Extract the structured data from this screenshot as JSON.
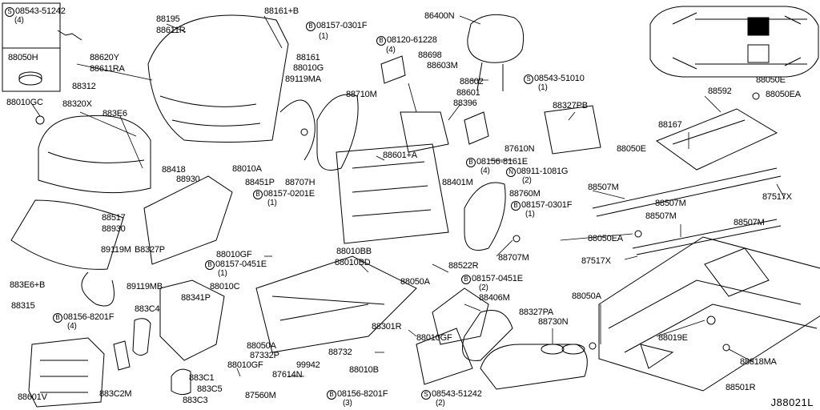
{
  "diagram_id": "J88021L",
  "prefix": {
    "S": "S",
    "B": "B",
    "N": "N"
  },
  "labels": {
    "l01": "88195",
    "l02": "88611R",
    "l03": "88161+B",
    "l04": "08157-0301F",
    "l05": "(1)",
    "l06": "86400N",
    "l07": "08120-61228",
    "l08": "(4)",
    "l09": "88698",
    "l10": "88603M",
    "l11": "88620Y",
    "l12": "88611RA",
    "l13": "88161",
    "l14": "88010G",
    "l15": "89119MA",
    "l16": "88602",
    "l17": "08543-51010",
    "l18": "(1)",
    "l19": "88050E",
    "l20": "88592",
    "l21": "88050EA",
    "l22": "88312",
    "l23": "88010GC",
    "l24": "88320X",
    "l25": "883E6",
    "l26": "88710M",
    "l27": "88601",
    "l28": "88396",
    "l29": "88327PB",
    "l30": "88167",
    "l31": "88050E",
    "l32": "87610N",
    "l33": "88601+A",
    "l34": "08156-8161E",
    "l35": "(4)",
    "l36": "08911-1081G",
    "l37": "(2)",
    "l38": "88418",
    "l39": "88930",
    "l40": "88010A",
    "l41": "88451P",
    "l42": "08157-0201E",
    "l43": "(1)",
    "l44": "88707H",
    "l45": "88401M",
    "l46": "88760M",
    "l47": "08157-0301F",
    "l48": "(1)",
    "l49": "88507M",
    "l50": "88507M",
    "l51": "87517X",
    "l52": "88507M",
    "l53": "88517",
    "l54": "88930",
    "l55": "88507M",
    "l56": "88050EA",
    "l57": "89119M",
    "l58": "B8327P",
    "l59": "88010GF",
    "l60": "88010BB",
    "l61": "88707M",
    "l62": "87517X",
    "l63": "08157-0451E",
    "l64": "(1)",
    "l65": "88010BD",
    "l66": "88522R",
    "l67": "883E6+B",
    "l68": "89119MB",
    "l69": "88010C",
    "l70": "88050A",
    "l71": "08157-0451E",
    "l72": "(2)",
    "l73": "88050A",
    "l74": "88315",
    "l75": "88341P",
    "l76": "88406M",
    "l77": "08156-8201F",
    "l78": "(4)",
    "l79": "883C4",
    "l80": "88327PA",
    "l81": "88301R",
    "l82": "88730N",
    "l83": "88010GF",
    "l84": "88019E",
    "l85": "88050A",
    "l86": "87332P",
    "l87": "88732",
    "l88": "88818MA",
    "l89": "88010GF",
    "l90": "99942",
    "l91": "88010B",
    "l92": "87614N",
    "l93": "883C1",
    "l94": "88601V",
    "l95": "883C2M",
    "l96": "883C5",
    "l97": "883C3",
    "l98": "87560M",
    "l99": "08156-8201F",
    "l100": "(3)",
    "l101": "08543-51242",
    "l102": "(2)",
    "l103": "88501R",
    "tl1": "08543-51242",
    "tl2": "(4)",
    "tl3": "88050H"
  }
}
